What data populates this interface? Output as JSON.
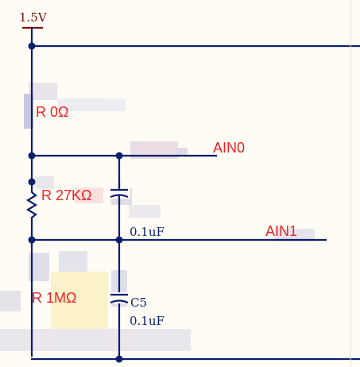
{
  "power": {
    "label": "1.5V"
  },
  "components": {
    "r0": {
      "label": "R 0Ω"
    },
    "r27k": {
      "label": "R 27KΩ"
    },
    "r1m": {
      "label": "R 1MΩ"
    },
    "cap_top": {
      "value": "0.1uF"
    },
    "cap_bottom": {
      "ref": "C5",
      "value": "0.1uF"
    }
  },
  "nets": {
    "ain0": "AIN0",
    "ain1": "AIN1"
  },
  "colors": {
    "wire": "#0b1f6e",
    "power": "#7a1010",
    "annotation": "#ee2222",
    "background": "#fffcf5"
  }
}
